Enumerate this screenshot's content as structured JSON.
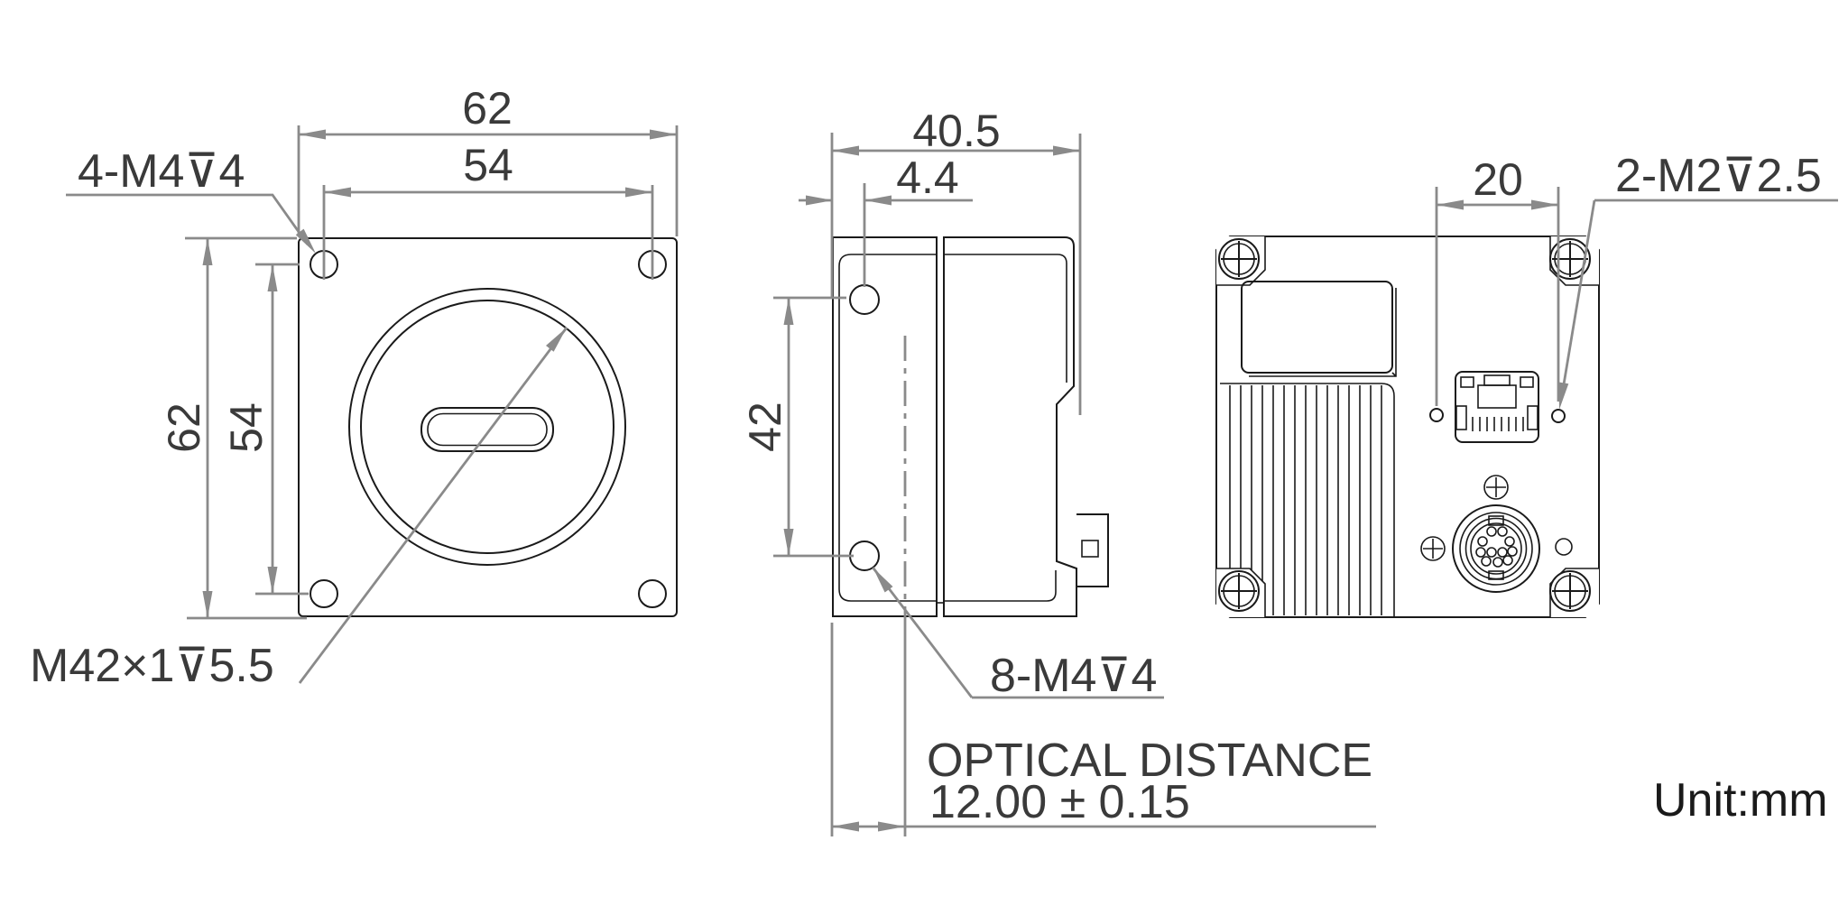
{
  "colors": {
    "background": "#ffffff",
    "geometry_line": "#1a1a1a",
    "dimension_line": "#8a8a8a",
    "dimension_text": "#3a3a3a"
  },
  "unit_note": "Unit:mm",
  "front_view": {
    "width_dim": "62",
    "inner_width_dim": "54",
    "height_dim": "62",
    "inner_height_dim": "54",
    "corner_holes_label": "4-M4⊽4",
    "lens_mount_label": "M42×1⊽5.5"
  },
  "side_view": {
    "depth_dim": "40.5",
    "flange_thickness_dim": "4.4",
    "side_holes_spacing_dim": "42",
    "side_holes_label": "8-M4⊽4",
    "optical_distance_title": "OPTICAL DISTANCE",
    "optical_distance_value": "12.00 ± 0.15"
  },
  "back_view": {
    "hole_spacing_dim": "20",
    "back_holes_label": "2-M2⊽2.5"
  }
}
